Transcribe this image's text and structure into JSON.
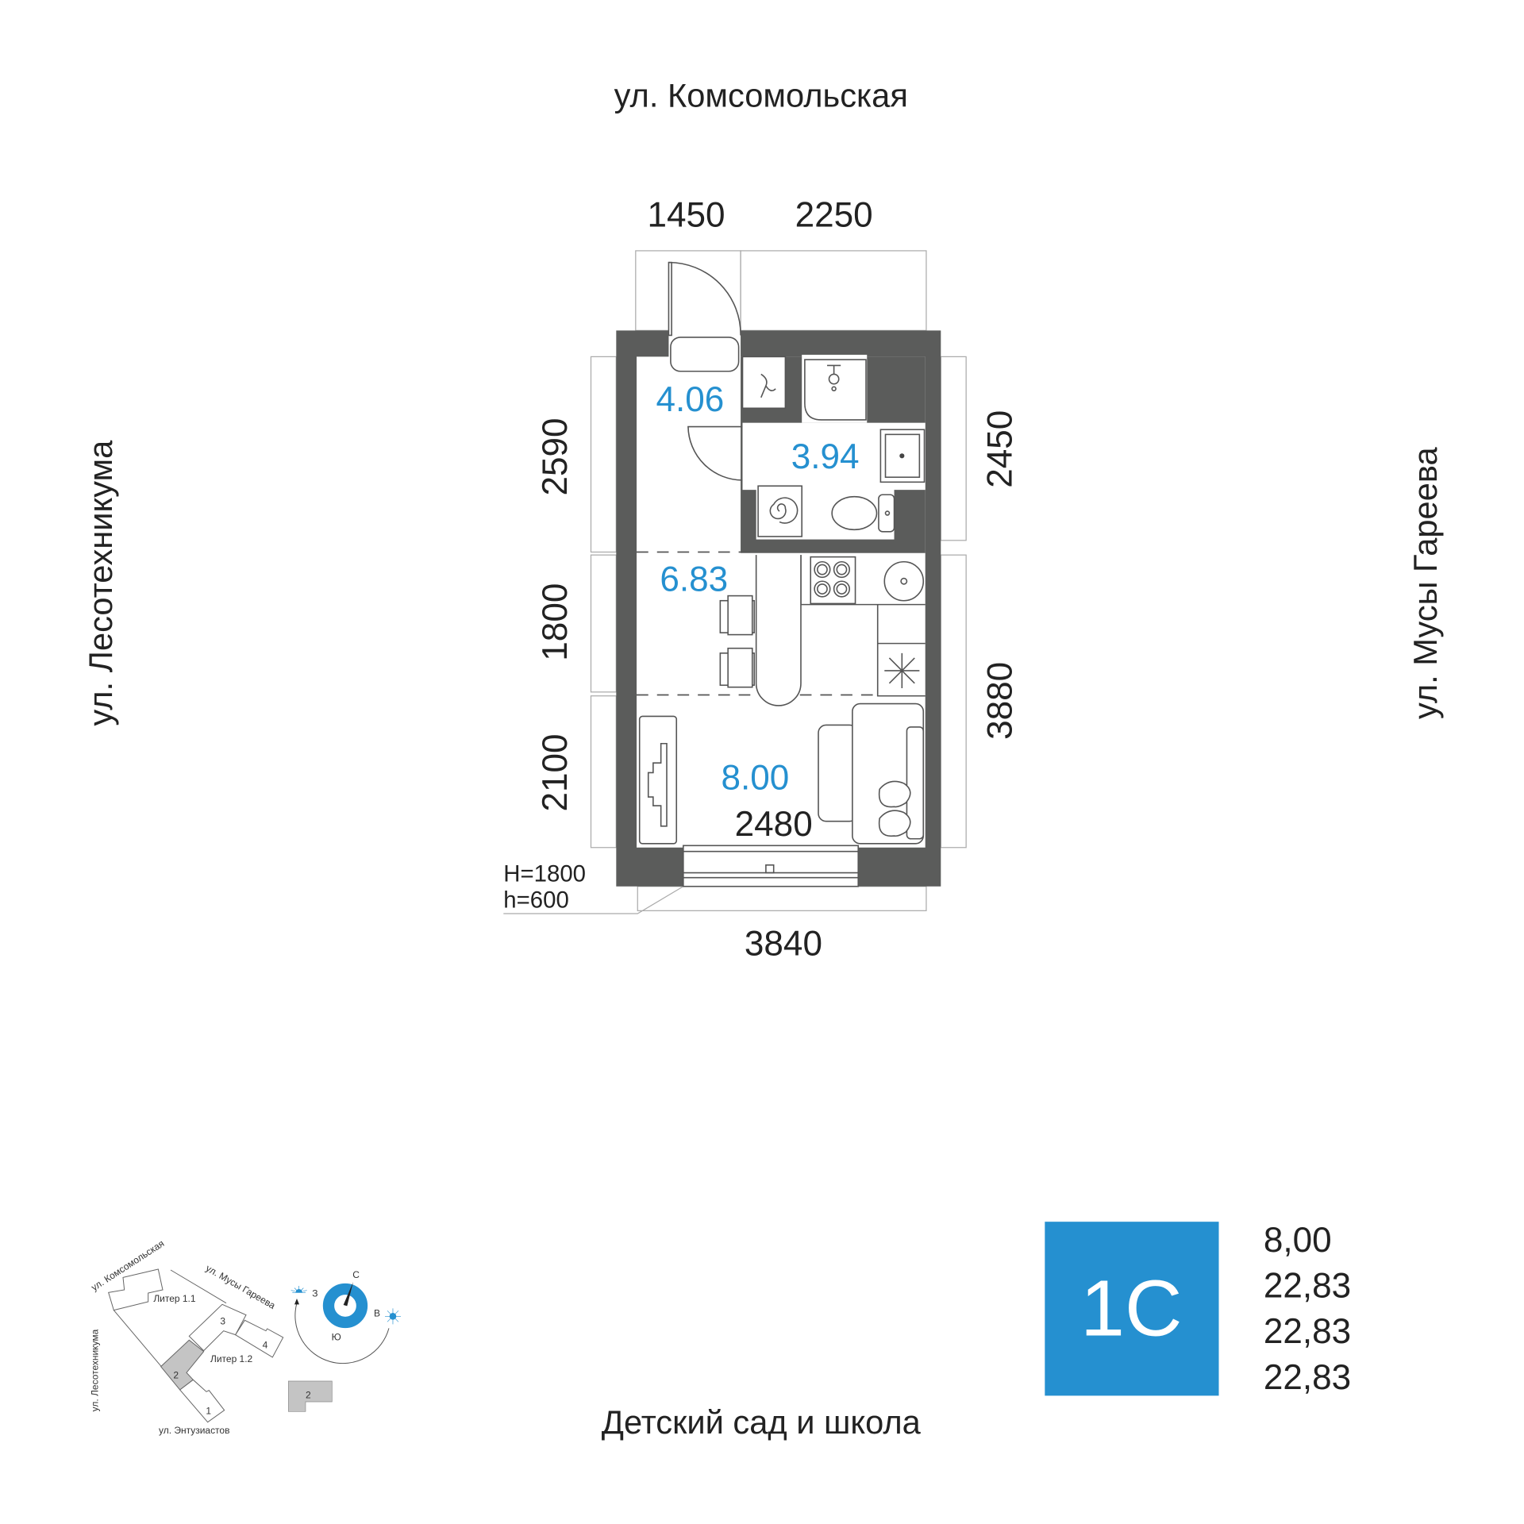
{
  "streets": {
    "north": "ул. Комсомольская",
    "west": "ул. Лесотехникума",
    "east": "ул. Мусы Гареева",
    "south": "Детский сад и школа"
  },
  "rooms": [
    {
      "name": "hallway",
      "area": "4.06"
    },
    {
      "name": "bathroom",
      "area": "3.94"
    },
    {
      "name": "kitchen",
      "area": "6.83"
    },
    {
      "name": "living",
      "area": "8.00"
    }
  ],
  "dimensions": {
    "top_left": "1450",
    "top_right": "2250",
    "left_top": "2590",
    "left_middle": "1800",
    "left_bottom": "2100",
    "right_top": "2450",
    "right_bottom": "3880",
    "bottom": "3840",
    "inner_width": "2480",
    "window_H": "H=1800",
    "window_h": "h=600"
  },
  "apartment": {
    "type": "1С",
    "values": [
      "8,00",
      "22,83",
      "22,83",
      "22,83"
    ]
  },
  "minimap": {
    "streets": [
      "ул. Комсомольская",
      "ул. Мусы Гареева",
      "ул. Лесотехникума",
      "ул. Энтузиастов"
    ],
    "liter_1": "Литер 1.1",
    "liter_2": "Литер 1.2",
    "sections": [
      "1",
      "2",
      "3",
      "4"
    ],
    "legend_section": "2",
    "compass": {
      "north": "С",
      "west": "З",
      "east": "В",
      "south": "Ю"
    }
  },
  "colors": {
    "accent": "#2590d0",
    "wall": "#5b5c5b",
    "highlight": "#c4c4c4"
  }
}
